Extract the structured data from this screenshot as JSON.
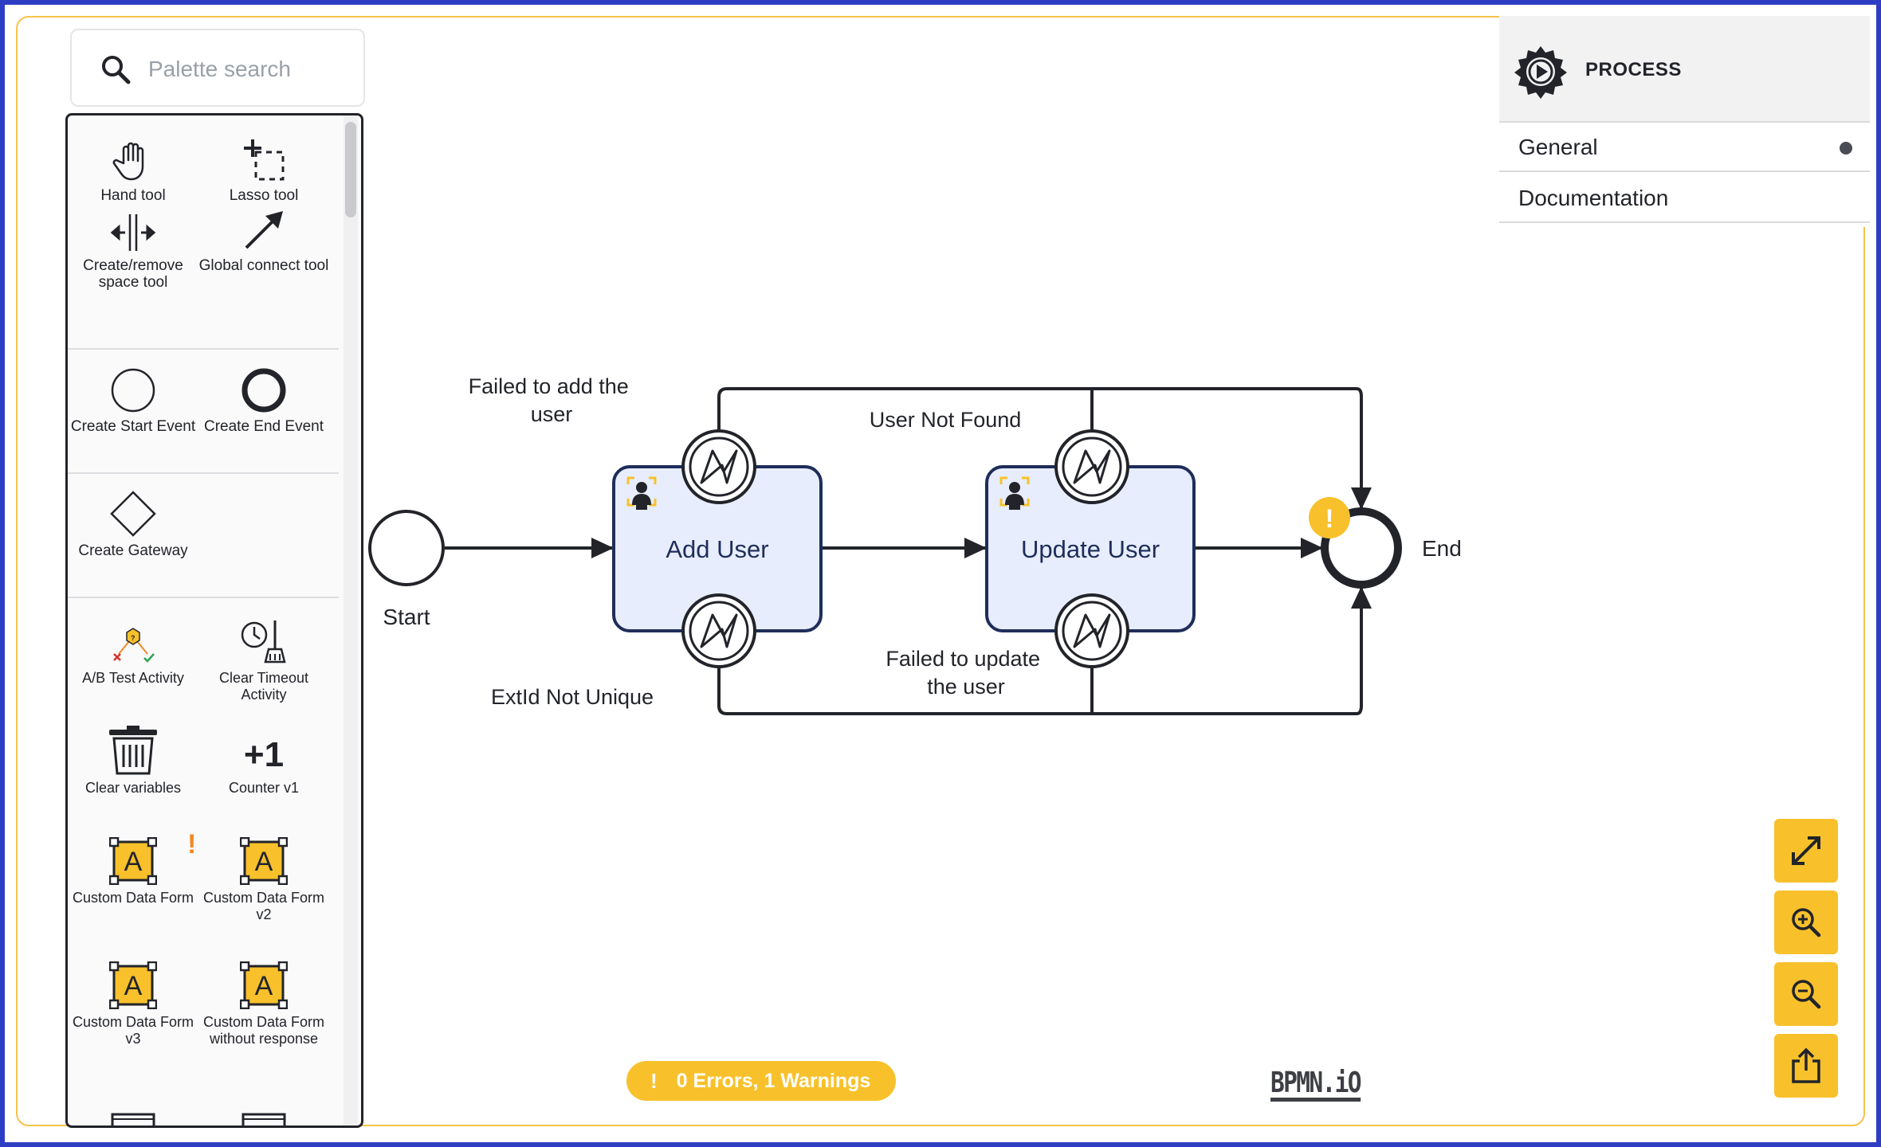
{
  "search": {
    "placeholder": "Palette search",
    "icon": "search-icon"
  },
  "palette": {
    "tools": [
      {
        "id": "hand",
        "label": "Hand tool",
        "icon": "hand-icon"
      },
      {
        "id": "lasso",
        "label": "Lasso tool",
        "icon": "lasso-icon"
      },
      {
        "id": "space",
        "label": "Create/remove space tool",
        "icon": "space-tool-icon"
      },
      {
        "id": "connect",
        "label": "Global connect tool",
        "icon": "connect-arrow-icon"
      }
    ],
    "events": [
      {
        "id": "start",
        "label": "Create Start Event",
        "icon": "start-event-icon"
      },
      {
        "id": "end",
        "label": "Create End Event",
        "icon": "end-event-icon"
      }
    ],
    "gateways": [
      {
        "id": "gateway",
        "label": "Create Gateway",
        "icon": "gateway-icon"
      }
    ],
    "activities": [
      {
        "id": "abtest",
        "label": "A/B Test Activity",
        "icon": "ab-test-icon"
      },
      {
        "id": "cleartimeout",
        "label": "Clear Timeout Activity",
        "icon": "clear-timeout-icon"
      },
      {
        "id": "clearvars",
        "label": "Clear variables",
        "icon": "trash-icon"
      },
      {
        "id": "counter",
        "label": "Counter v1",
        "icon": "counter-icon",
        "glyph": "+1"
      },
      {
        "id": "cdf1",
        "label": "Custom Data Form",
        "icon": "custom-form-icon",
        "warning": "!"
      },
      {
        "id": "cdf2",
        "label": "Custom Data Form v2",
        "icon": "custom-form-icon"
      },
      {
        "id": "cdf3",
        "label": "Custom Data Form v3",
        "icon": "custom-form-icon"
      },
      {
        "id": "cdfnr",
        "label": "Custom Data Form without response",
        "icon": "custom-form-icon"
      }
    ],
    "form_glyph": "A"
  },
  "properties": {
    "title": "PROCESS",
    "icon": "process-gear-icon",
    "tabs": [
      {
        "label": "General",
        "has_dot": true
      },
      {
        "label": "Documentation",
        "has_dot": false
      }
    ]
  },
  "diagram": {
    "start_label": "Start",
    "end_label": "End",
    "task1": "Add User",
    "task2": "Update User",
    "flow_failed_add": "Failed to add the user",
    "flow_not_found": "User Not Found",
    "flow_extid": "ExtId Not Unique",
    "flow_failed_update": "Failed to update the user",
    "warning_glyph": "!",
    "colors": {
      "task_fill": "#e7edfc",
      "task_stroke": "#1f2d5a",
      "warning": "#f8c12b"
    }
  },
  "status": {
    "text": "0 Errors, 1 Warnings",
    "icon": "!"
  },
  "logo": {
    "text": "BPMN.iO"
  },
  "controls": [
    {
      "id": "fit",
      "icon": "fullscreen-icon"
    },
    {
      "id": "zoom-in",
      "icon": "zoom-in-icon"
    },
    {
      "id": "zoom-out",
      "icon": "zoom-out-icon"
    },
    {
      "id": "export",
      "icon": "export-icon"
    }
  ]
}
